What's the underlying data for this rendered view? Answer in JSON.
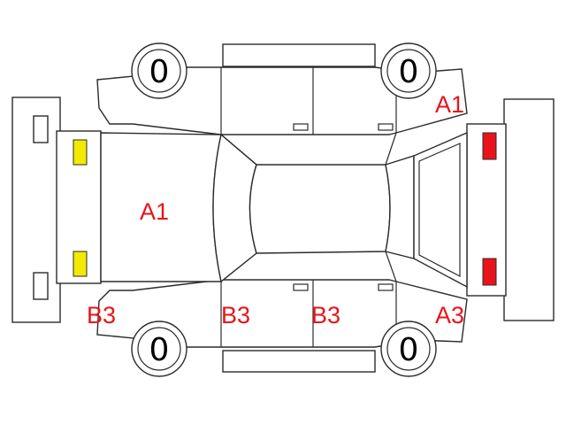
{
  "colors": {
    "damage_text": "#e8141a",
    "outline": "#2b2b2b",
    "lamp_front": "#f2ea00",
    "lamp_rear": "#e8141a"
  },
  "tires": {
    "front_left": "0",
    "rear_left": "0",
    "front_right": "0",
    "rear_right": "0"
  },
  "damage_marks": {
    "hood": "A1",
    "rear_right_fender": "A1",
    "front_right_fender": "B3",
    "front_right_door": "B3",
    "rear_right_door": "B3",
    "rear_right_quarter": "A3"
  },
  "lamps": {
    "front": "yellow-lamp-icon",
    "rear": "red-lamp-icon"
  }
}
